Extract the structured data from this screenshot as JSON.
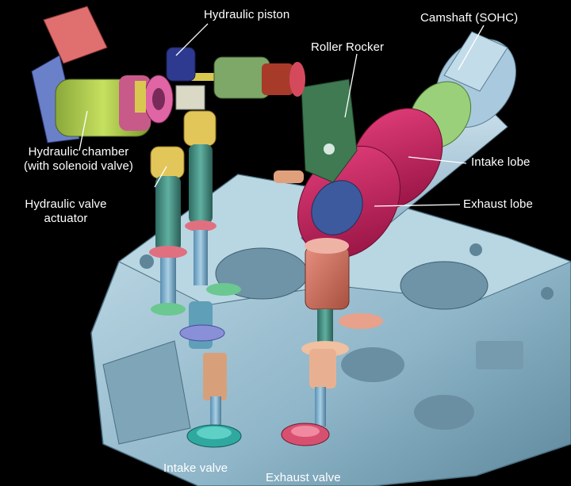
{
  "diagram": {
    "labels": {
      "hydraulic_piston": "Hydraulic piston",
      "camshaft": "Camshaft (SOHC)",
      "roller_rocker": "Roller Rocker",
      "hydraulic_chamber_line1": "Hydraulic chamber",
      "hydraulic_chamber_line2": "(with solenoid valve)",
      "intake_lobe": "Intake lobe",
      "hydraulic_valve_actuator_line1": "Hydraulic valve",
      "hydraulic_valve_actuator_line2": "actuator",
      "exhaust_lobe": "Exhaust lobe",
      "intake_valve": "Intake valve",
      "exhaust_valve": "Exhaust valve"
    },
    "colors": {
      "background": "#000000",
      "cylinder_head": "#9ec3d4",
      "camshaft": "#a6c8dc",
      "lobe": "#c8195a",
      "hydraulic_chamber": "#b8d24a",
      "actuator": "#3e8a7c",
      "valve_spring": "#d8c870",
      "label_text": "#ffffff"
    }
  }
}
